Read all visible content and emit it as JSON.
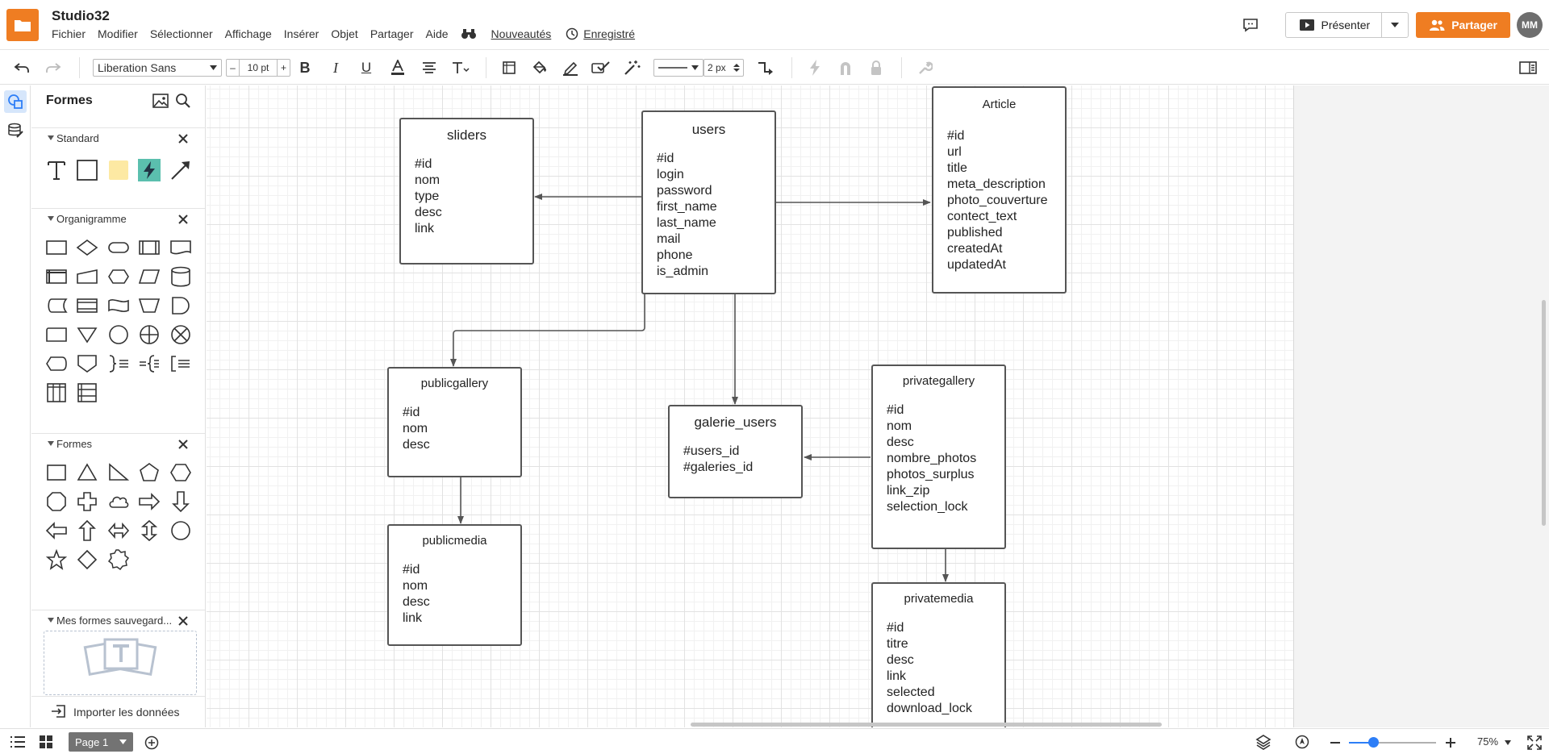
{
  "app": {
    "document_title": "Studio32"
  },
  "menu": {
    "items": [
      "Fichier",
      "Modifier",
      "Sélectionner",
      "Affichage",
      "Insérer",
      "Objet",
      "Partager",
      "Aide"
    ],
    "news": "Nouveautés",
    "saved": "Enregistré"
  },
  "header_right": {
    "present": "Présenter",
    "share": "Partager",
    "avatar_initials": "MM"
  },
  "toolbar": {
    "font_family": "Liberation Sans",
    "font_size": "10 pt",
    "stroke_width": "2 px"
  },
  "panel": {
    "title": "Formes",
    "sections": {
      "standard": "Standard",
      "orgchart": "Organigramme",
      "shapes": "Formes",
      "saved": "Mes formes sauvegard..."
    },
    "import_label": "Importer les données"
  },
  "entities": {
    "sliders": {
      "title": "sliders",
      "fields": [
        "#id",
        "nom",
        "type",
        "desc",
        "link"
      ]
    },
    "users": {
      "title": "users",
      "fields": [
        "#id",
        "login",
        "password",
        "first_name",
        "last_name",
        "mail",
        "phone",
        "is_admin"
      ]
    },
    "article": {
      "title": "Article",
      "fields": [
        "#id",
        "url",
        "title",
        "meta_description",
        "photo_couverture",
        "contect_text",
        "published",
        "createdAt",
        "updatedAt"
      ]
    },
    "publicgallery": {
      "title": "publicgallery",
      "fields": [
        "#id",
        "nom",
        "desc"
      ]
    },
    "galerie_users": {
      "title": "galerie_users",
      "fields": [
        "#users_id",
        "#galeries_id"
      ]
    },
    "privategallery": {
      "title": "privategallery",
      "fields": [
        "#id",
        "nom",
        "desc",
        "nombre_photos",
        "photos_surplus",
        "link_zip",
        "selection_lock"
      ]
    },
    "publicmedia": {
      "title": "publicmedia",
      "fields": [
        "#id",
        "nom",
        "desc",
        "link"
      ]
    },
    "privatemedia": {
      "title": "privatemedia",
      "fields": [
        "#id",
        "titre",
        "desc",
        "link",
        "selected",
        "download_lock"
      ]
    }
  },
  "bottom": {
    "page_tab": "Page 1",
    "zoom": "75%"
  },
  "colors": {
    "accent": "#ef7d22",
    "zoom_blue": "#2d7ef7",
    "entity_border": "#555555"
  }
}
